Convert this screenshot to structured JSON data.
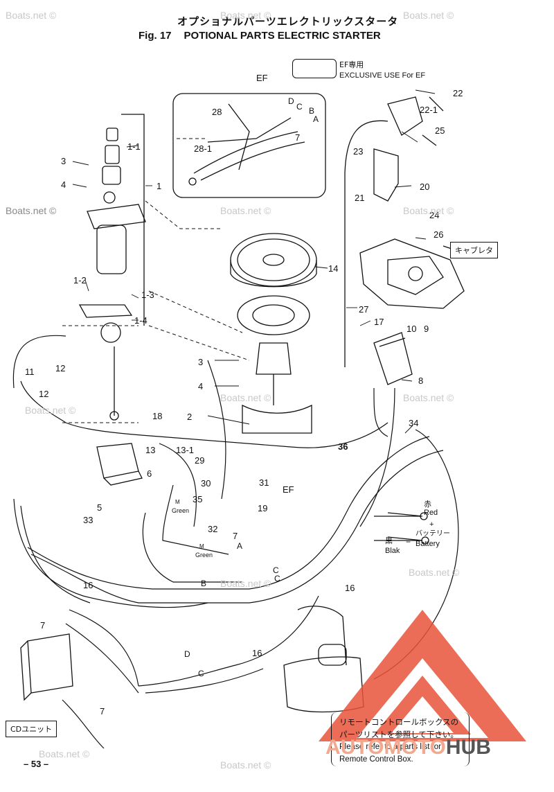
{
  "header": {
    "title_jp": "オプショナルパーツエレクトリックスタータ",
    "fig_number": "Fig. 17",
    "title_en": "POTIONAL PARTS ELECTRIC STARTER"
  },
  "legend": {
    "ef_jp": "EF専用",
    "ef_en": "EXCLUSIVE USE For EF"
  },
  "section_labels": {
    "ef_top": "EF",
    "ef_mid": "EF"
  },
  "part_labels": {
    "p1": "1",
    "p1_1": "1-1",
    "p1_2": "1-2",
    "p1_3": "1-3",
    "p1_4": "1-4",
    "p2": "2",
    "p3a": "3",
    "p3b": "3",
    "p4a": "4",
    "p4b": "4",
    "p5": "5",
    "p6": "6",
    "p7a": "7",
    "p7b": "7",
    "p7c": "7",
    "p7d": "7",
    "p8": "8",
    "p9": "9",
    "p10": "10",
    "p11": "11",
    "p12a": "12",
    "p12b": "12",
    "p13": "13",
    "p13_1": "13-1",
    "p14": "14",
    "p16a": "16",
    "p16b": "16",
    "p16c": "16",
    "p17": "17",
    "p18": "18",
    "p19": "19",
    "p20": "20",
    "p21": "21",
    "p22": "22",
    "p22_1": "22-1",
    "p23": "23",
    "p24": "24",
    "p25": "25",
    "p26": "26",
    "p27": "27",
    "p28": "28",
    "p28_1": "28-1",
    "p29": "29",
    "p30": "30",
    "p31": "31",
    "p32": "32",
    "p33": "33",
    "p34": "34",
    "p35": "35",
    "p36": "36"
  },
  "wire_labels": {
    "a1": "A",
    "b1": "B",
    "c1": "C",
    "d1": "D",
    "a2": "A",
    "b2": "B",
    "c2": "C",
    "c3": "C",
    "c4": "C",
    "d2": "D",
    "green1": "Green",
    "green2": "Green",
    "m1": "M",
    "m2": "M"
  },
  "battery": {
    "red_jp": "赤",
    "red_en": "Red",
    "black_jp": "黒",
    "black_en": "Blak",
    "battery_jp": "バッテリー",
    "battery_en": "Battery",
    "plus": "+",
    "minus": "−"
  },
  "callouts": {
    "carburetor": "キャブレタ",
    "cd_unit": "CDユニット"
  },
  "remote_note": {
    "line1": "リモートコントロールボックスの",
    "line2": "パーツリストを参照して下さい。",
    "line3": "Please refer to a parts list for",
    "line4": "Remote Control Box."
  },
  "page_number": "– 53 –",
  "watermark": "Boats.net ©",
  "logo": {
    "part1": "AUTO",
    "part2": "MOTO",
    "part3": "HUB",
    "color_main": "#e8533a",
    "color_light": "#f2a98f",
    "color_dark": "#555555"
  }
}
